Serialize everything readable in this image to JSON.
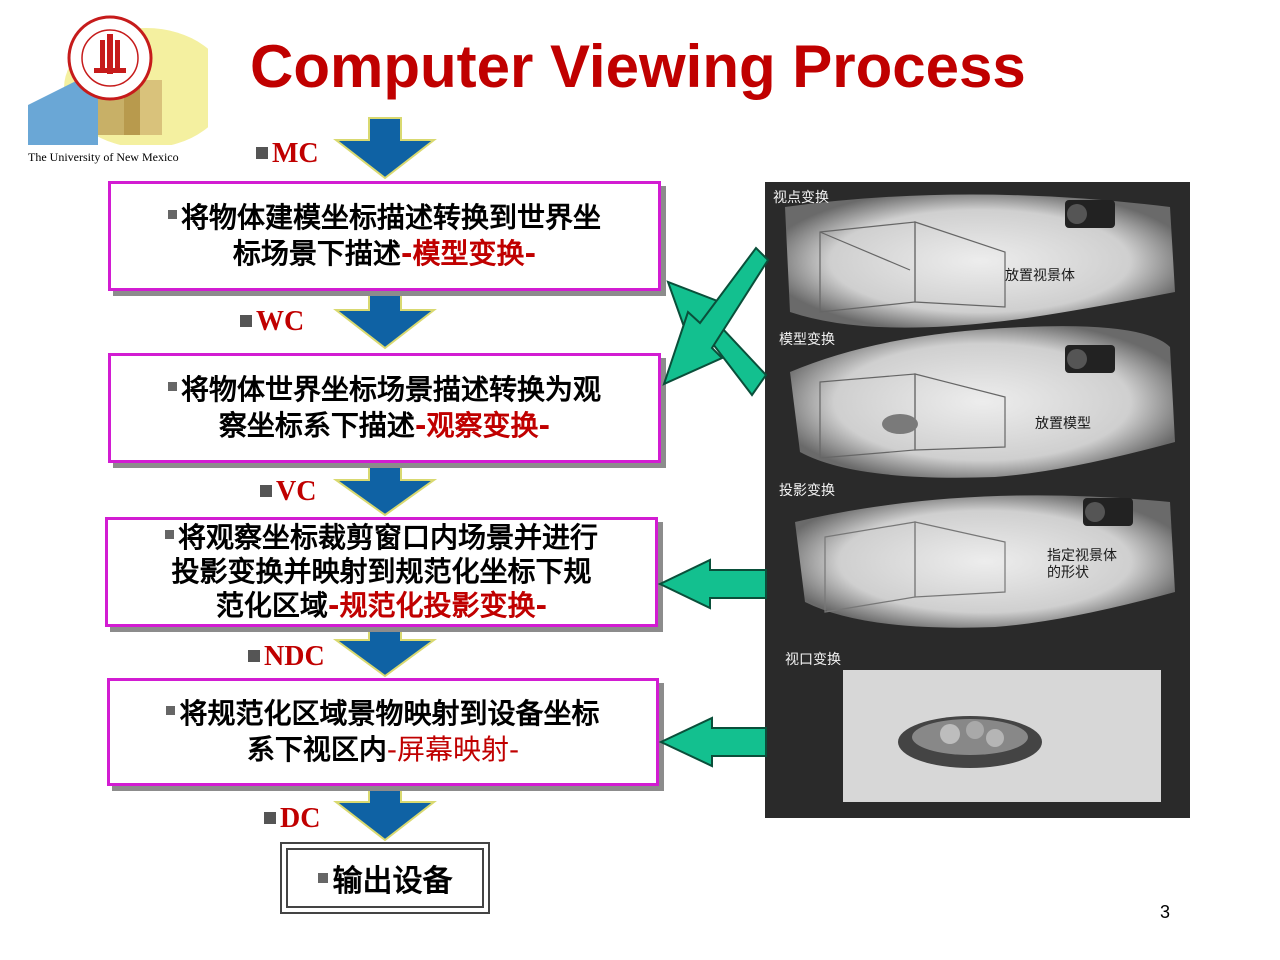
{
  "title": "Computer Viewing Process",
  "university": "The University of New Mexico",
  "page_number": "3",
  "coords": {
    "mc": "MC",
    "wc": "WC",
    "vc": "VC",
    "ndc": "NDC",
    "dc": "DC"
  },
  "steps": [
    {
      "line1": "将物体建模坐标描述转换到世界坐",
      "line2": "标场景下描述",
      "highlight": "-模型变换-"
    },
    {
      "line1": "将物体世界坐标场景描述转换为观",
      "line2": "察坐标系下描述",
      "highlight": "-观察变换-"
    },
    {
      "line1": "将观察坐标裁剪窗口内场景并进行",
      "line2": "投影变换并映射到规范化坐标下规",
      "line3": "范化区域",
      "highlight": "-规范化投影变换-"
    },
    {
      "line1": "将规范化区域景物映射到设备坐标",
      "line2": "系下视区内",
      "highlight": "-屏幕映射-"
    }
  ],
  "output": {
    "label": "输出设备"
  },
  "photo": {
    "panel1_title": "视点变换",
    "panel1_caption": "放置视景体",
    "panel2_title": "模型变换",
    "panel2_caption": "放置模型",
    "panel3_title": "投影变换",
    "panel3_caption_1": "指定视景体",
    "panel3_caption_2": "的形状",
    "panel4_title": "视口变换"
  },
  "colors": {
    "title": "#c00000",
    "box_border": "#d21cd2",
    "flow_arrow": "#0f62a4",
    "green_arrow": "#13c08f"
  }
}
